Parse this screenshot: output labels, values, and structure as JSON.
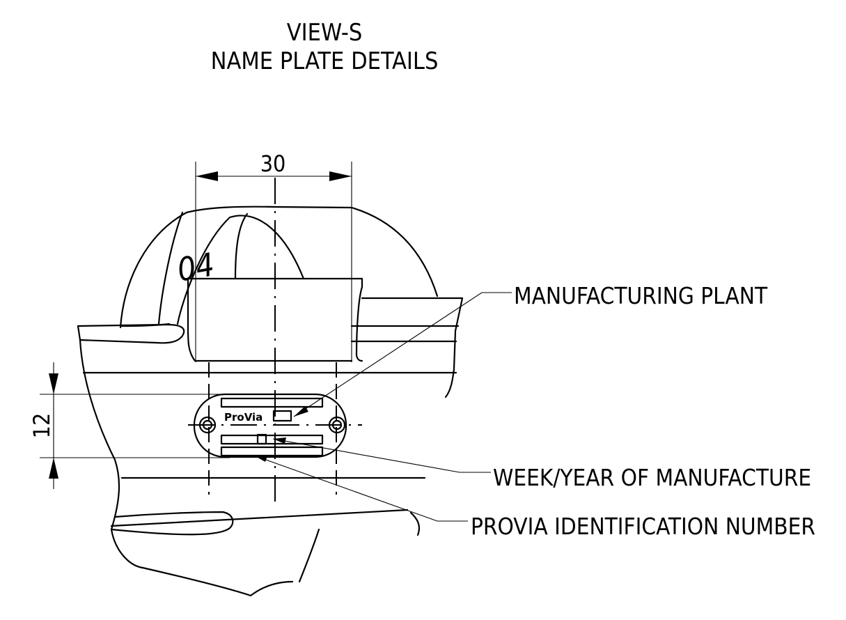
{
  "title": {
    "view": "VIEW-S",
    "subtitle": "NAME PLATE DETAILS"
  },
  "dimensions": {
    "width": "30",
    "height": "12"
  },
  "callouts": {
    "manufacturing_plant": "MANUFACTURING PLANT",
    "week_year": "WEEK/YEAR OF MANUFACTURE",
    "identification_number": "PROVIA IDENTIFICATION NUMBER"
  },
  "plate": {
    "logo_text": "ProVia"
  },
  "casting_mark": "04"
}
